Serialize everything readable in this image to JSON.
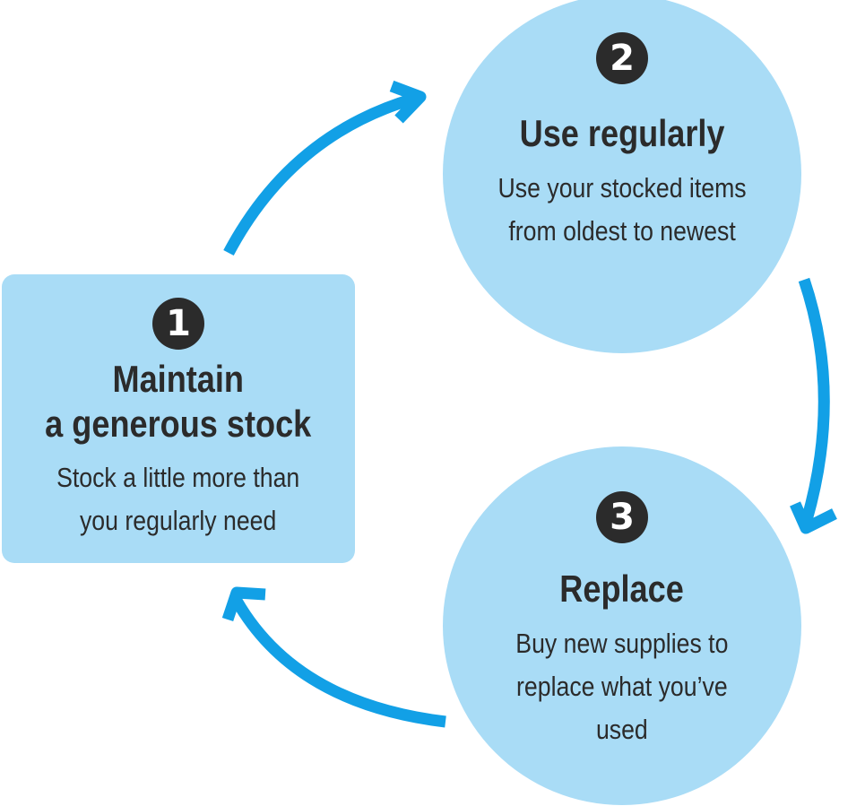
{
  "steps": [
    {
      "number": "1",
      "title": [
        "Maintain",
        "a generous stock"
      ],
      "description": [
        "Stock a little more than",
        "you regularly need"
      ]
    },
    {
      "number": "2",
      "title": [
        "Use regularly"
      ],
      "description": [
        "Use your stocked items",
        "from oldest to newest"
      ]
    },
    {
      "number": "3",
      "title": [
        "Replace"
      ],
      "description": [
        "Buy new supplies to",
        "replace what you’ve",
        "used"
      ]
    }
  ],
  "colors": {
    "shape_fill": "#a9dcf6",
    "arrow": "#12a0e6",
    "text": "#2b2b2b",
    "badge": "#2b2b2b"
  }
}
